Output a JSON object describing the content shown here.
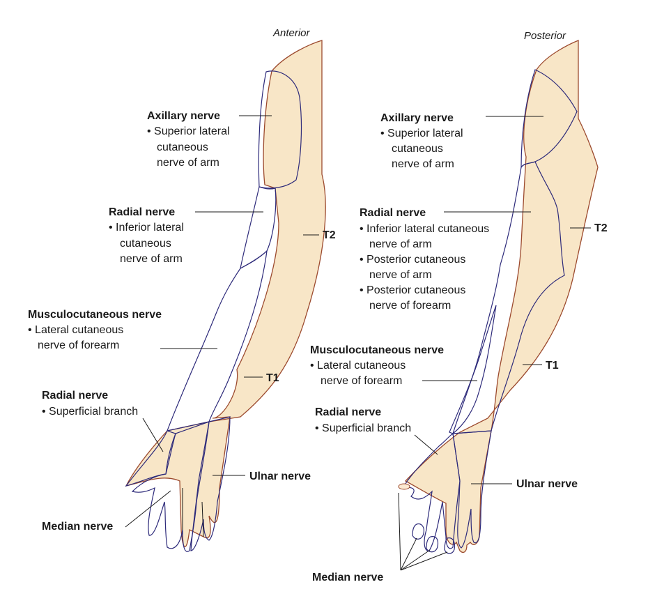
{
  "colors": {
    "skin": "#f8e6c7",
    "axillary": "#9bdc8a",
    "radial": "#ec5d6a",
    "radial_superficial": "#f08e9a",
    "musculocutaneous": "#b19ad7",
    "median": "#f5a86e",
    "ulnar": "#8ec3e8",
    "outline": "#9c4a2e",
    "border": "#2d2a7a"
  },
  "anterior": {
    "view_title": "Anterior",
    "axillary": {
      "name": "Axillary nerve",
      "lines": [
        "• Superior lateral",
        "cutaneous",
        "nerve of arm"
      ]
    },
    "radial": {
      "name": "Radial nerve",
      "lines": [
        "• Inferior lateral",
        "cutaneous",
        "nerve of arm"
      ]
    },
    "t2": "T2",
    "musculocutaneous": {
      "name": "Musculocutaneous nerve",
      "lines": [
        "• Lateral cutaneous",
        "nerve of forearm"
      ]
    },
    "t1": "T1",
    "radial_superficial": {
      "name": "Radial nerve",
      "lines": [
        "• Superficial branch"
      ]
    },
    "ulnar": "Ulnar nerve",
    "median": "Median nerve"
  },
  "posterior": {
    "view_title": "Posterior",
    "axillary": {
      "name": "Axillary nerve",
      "lines": [
        "• Superior lateral",
        "cutaneous",
        "nerve of arm"
      ]
    },
    "radial": {
      "name": "Radial nerve",
      "lines": [
        "• Inferior lateral cutaneous",
        "nerve of arm",
        "• Posterior cutaneous",
        "nerve of arm",
        "• Posterior cutaneous",
        "nerve of forearm"
      ]
    },
    "t2": "T2",
    "musculocutaneous": {
      "name": "Musculocutaneous nerve",
      "lines": [
        "• Lateral cutaneous",
        "nerve of forearm"
      ]
    },
    "t1": "T1",
    "radial_superficial": {
      "name": "Radial nerve",
      "lines": [
        "• Superficial branch"
      ]
    },
    "ulnar": "Ulnar nerve",
    "median": "Median nerve"
  }
}
